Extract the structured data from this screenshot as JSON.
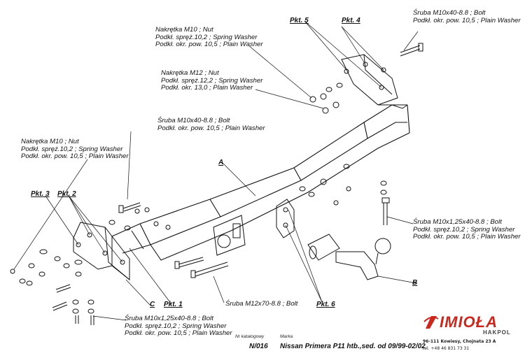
{
  "callouts": {
    "top_right_bolt": [
      "Śruba M10x40-8.8 ;  Bolt",
      "Podkł. okr. pow. 10,5 ; Plain Washer"
    ],
    "top_nut_m10": [
      "Nakrętka  M10 ; Nut",
      "Podkł. spręż.10,2 ; Spring Washer",
      "Podkł. okr. pow. 10,5 ; Plain Washer"
    ],
    "nut_m12": [
      "Nakrętka  M12 ; Nut",
      "Podkł. spręż.12,2 ; Spring Washer",
      "Podkł. okr.  13,0 ; Plain Washer"
    ],
    "mid_bolt": [
      "Śruba M10x40-8.8 ;  Bolt",
      "Podkł. okr. pow. 10,5 ; Plain Washer"
    ],
    "left_nut_m10": [
      "Nakrętka  M10 ; Nut",
      "Podkł. spręż.10,2 ; Spring Washer",
      "Podkł. okr. pow. 10,5 ; Plain Washer"
    ],
    "right_bolt": [
      "Śruba M10x1,25x40-8.8 ;  Bolt",
      "Podkł. spręż.10,2 ; Spring Washer",
      "Podkł. okr. pow. 10,5 ; Plain Washer"
    ],
    "bottom_bolt": [
      "Śruba M10x1,25x40-8.8 ;  Bolt",
      "Podkł. spręż.10,2 ; Spring Washer",
      "Podkł. okr. pow. 10,5 ; Plain Washer"
    ],
    "bolt_m12": "Śruba M12x70-8.8 ;  Bolt"
  },
  "points": {
    "pkt1": "Pkt. 1",
    "pkt2": "Pkt. 2",
    "pkt3": "Pkt. 3",
    "pkt4": "Pkt. 4",
    "pkt5": "Pkt. 5",
    "pkt6": "Pkt. 6"
  },
  "letters": {
    "a": "A",
    "b": "B",
    "c": "C"
  },
  "footer": {
    "catalog_caption": "Nr katalogowy",
    "catalog_number": "N/016",
    "brand_caption": "Marka",
    "model": "Nissan Primera P11 htb.,sed.  od  09/99-02/02",
    "company": "IMIOŁA",
    "company_sub": "HAKPOL",
    "address": "96-111 Kowiesy, Chojnata 23 A",
    "phone": "tel. +48 46 831 73 31"
  },
  "colors": {
    "brand": "#c8281e",
    "line": "#111111"
  }
}
